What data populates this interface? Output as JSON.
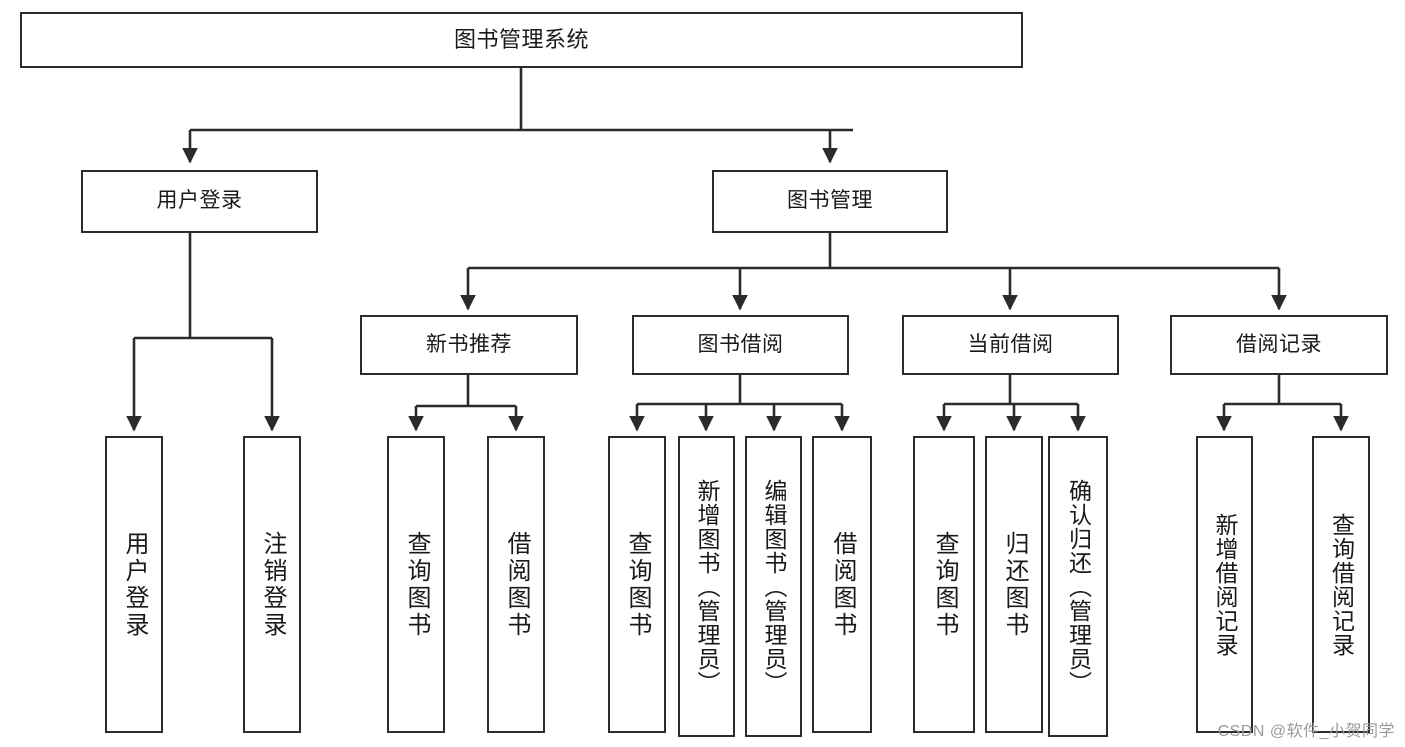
{
  "diagram": {
    "title": "图书管理系统",
    "watermark": "CSDN @软件_小贺同学",
    "stroke_color": "#2b2b2b",
    "background_color": "#ffffff",
    "text_color": "#1a1a1a",
    "nodes": {
      "root": {
        "label": "图书管理系统"
      },
      "level2": [
        {
          "id": "user-login",
          "label": "用户登录"
        },
        {
          "id": "book-management",
          "label": "图书管理"
        }
      ],
      "level3": [
        {
          "id": "new-book-recommend",
          "label": "新书推荐"
        },
        {
          "id": "book-borrow",
          "label": "图书借阅"
        },
        {
          "id": "current-borrow",
          "label": "当前借阅"
        },
        {
          "id": "borrow-record",
          "label": "借阅记录"
        }
      ],
      "leaves": {
        "user_login": [
          {
            "id": "leaf-user-login",
            "label": "用户登录"
          },
          {
            "id": "leaf-logout-login",
            "label": "注销登录"
          }
        ],
        "new_book_recommend": [
          {
            "id": "leaf-query-book-1",
            "label": "查询图书"
          },
          {
            "id": "leaf-borrow-book-1",
            "label": "借阅图书"
          }
        ],
        "book_borrow": [
          {
            "id": "leaf-query-book-2",
            "label": "查询图书"
          },
          {
            "id": "leaf-add-book-admin",
            "label": "新增图书（管理员）"
          },
          {
            "id": "leaf-edit-book-admin",
            "label": "编辑图书（管理员）"
          },
          {
            "id": "leaf-borrow-book-2",
            "label": "借阅图书"
          }
        ],
        "current_borrow": [
          {
            "id": "leaf-query-book-3",
            "label": "查询图书"
          },
          {
            "id": "leaf-return-book",
            "label": "归还图书"
          },
          {
            "id": "leaf-confirm-return-admin",
            "label": "确认归还（管理员）"
          }
        ],
        "borrow_record": [
          {
            "id": "leaf-add-borrow-record",
            "label": "新增借阅记录"
          },
          {
            "id": "leaf-query-borrow-record",
            "label": "查询借阅记录"
          }
        ]
      }
    }
  }
}
